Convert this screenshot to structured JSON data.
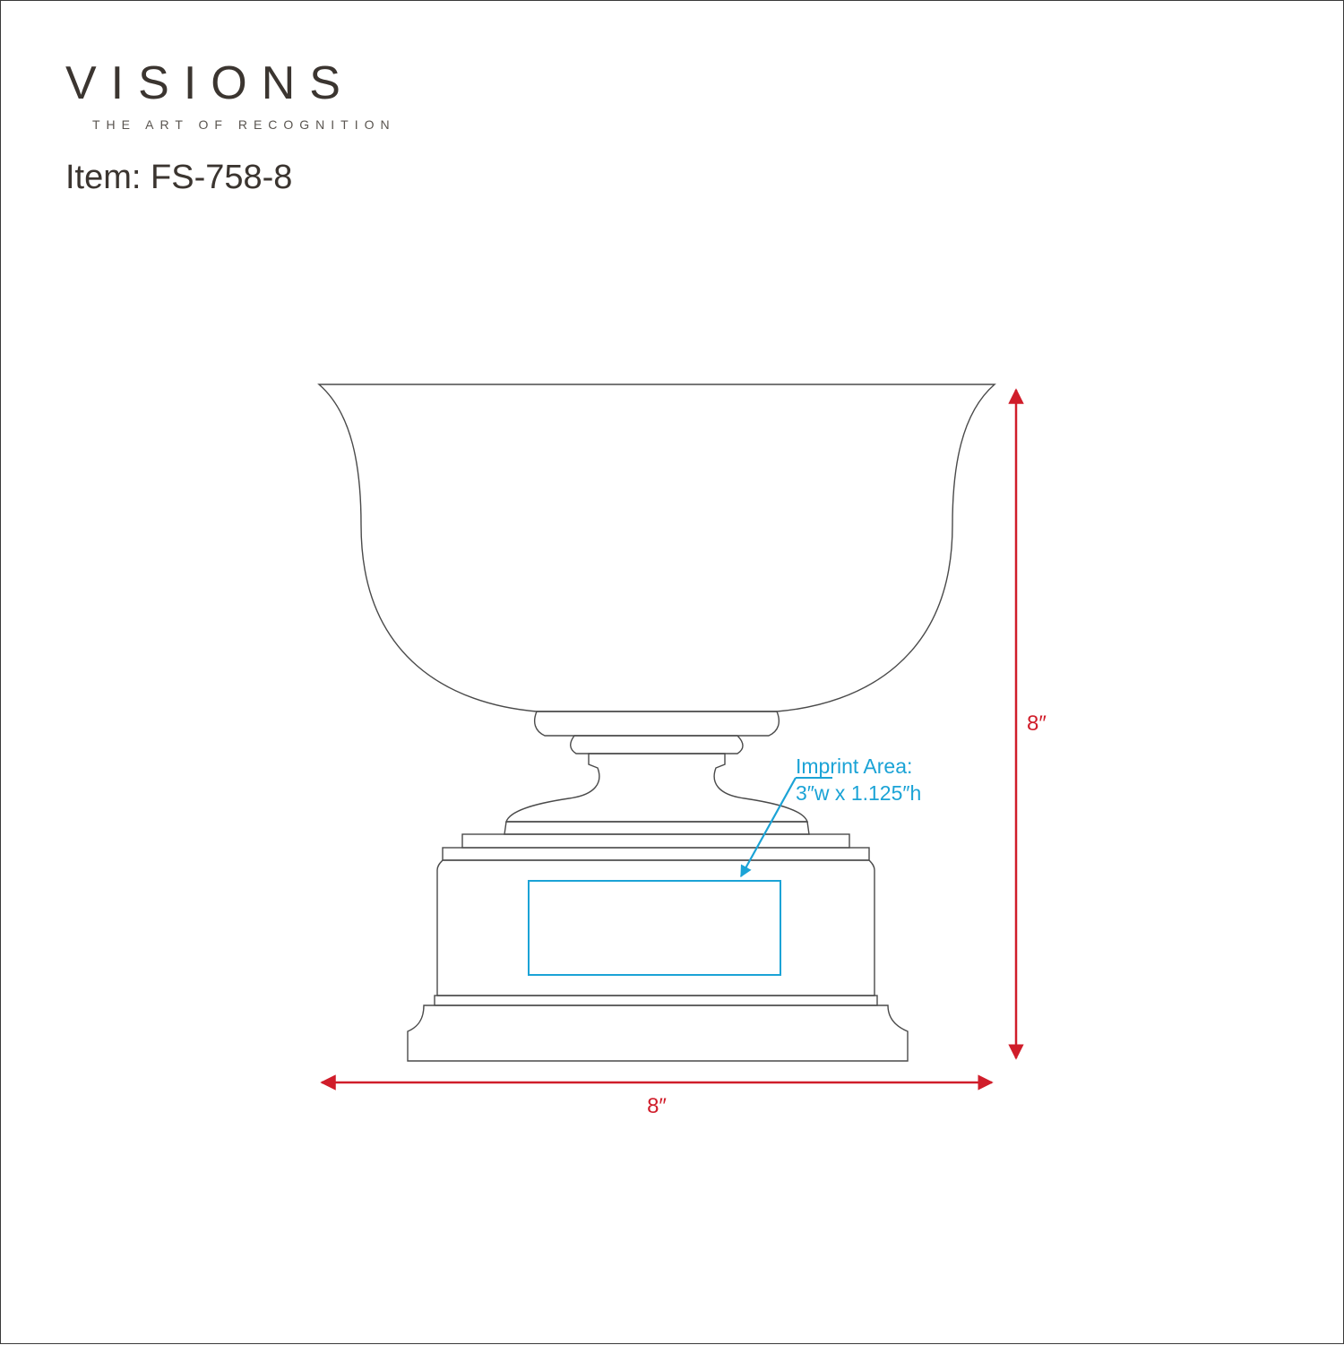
{
  "brand": {
    "name": "VISIONS",
    "tagline": "THE ART OF RECOGNITION"
  },
  "item": {
    "label": "Item:",
    "code": "FS-758-8"
  },
  "dimensions": {
    "height_label": "8″",
    "width_label": "8″"
  },
  "imprint": {
    "title": "Imprint Area:",
    "size": "3″w x 1.125″h"
  },
  "colors": {
    "outline": "#4a4a4a",
    "dimension": "#d01d2a",
    "imprint": "#1ba3d6",
    "text": "#3b3530"
  }
}
